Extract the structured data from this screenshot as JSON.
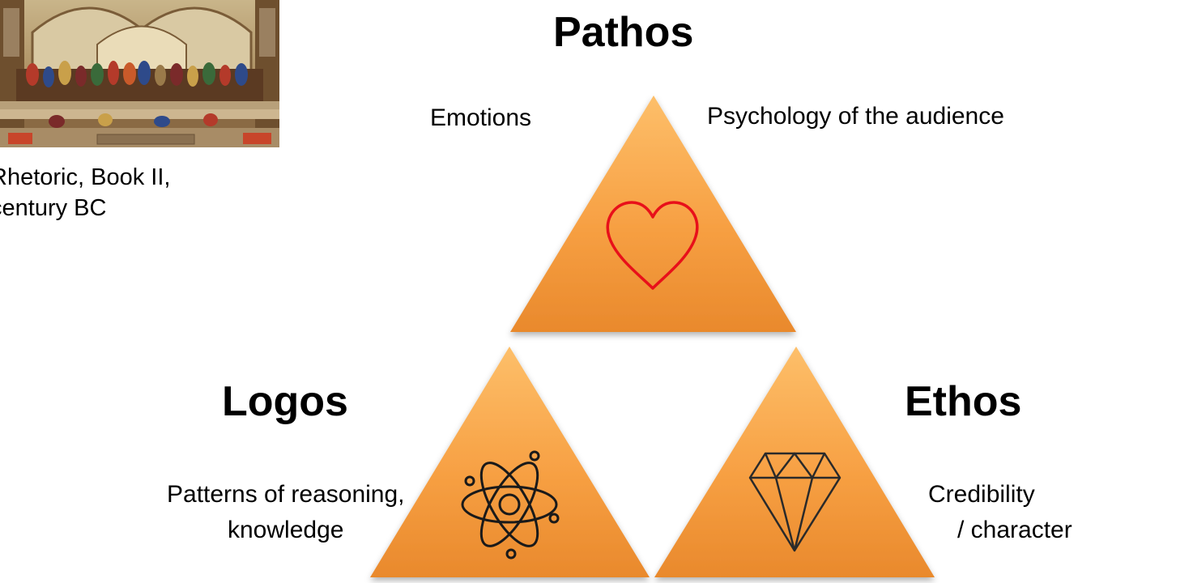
{
  "caption": {
    "line1": "Rhetoric, Book II,",
    "line2": "century BC"
  },
  "painting": {
    "icon": "school-of-athens-painting"
  },
  "pathos": {
    "title": "Pathos",
    "left_label": "Emotions",
    "right_label": "Psychology of the audience",
    "icon": "heart-icon",
    "icon_color": "#e8101a"
  },
  "logos": {
    "title": "Logos",
    "label_line1": "Patterns of reasoning,",
    "label_line2": "knowledge",
    "icon": "atom-icon"
  },
  "ethos": {
    "title": "Ethos",
    "label_line1": "Credibility",
    "label_line2": "/ character",
    "icon": "diamond-icon"
  },
  "colors": {
    "triangle_light": "#fdbf6a",
    "triangle_mid": "#f7a043",
    "triangle_dark": "#dd7a1e",
    "icon_stroke": "#1a1a1a"
  }
}
